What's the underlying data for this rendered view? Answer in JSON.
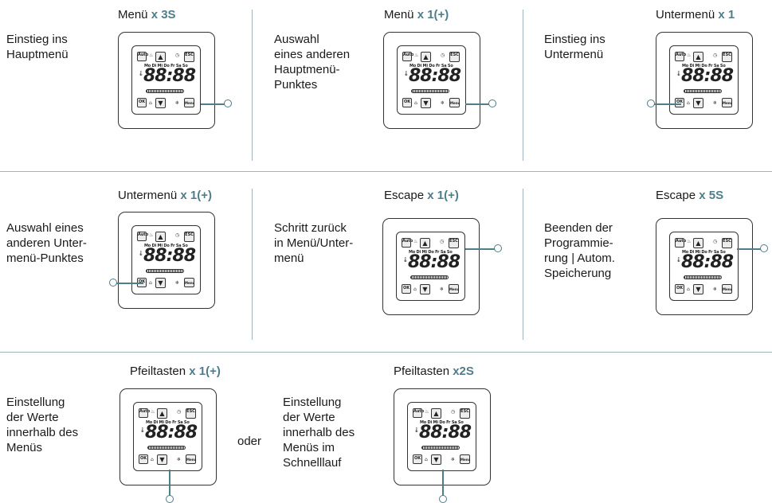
{
  "cells": [
    {
      "title_prefix": "Menü",
      "title_highlight": "x 3S",
      "description": [
        "Einstieg ins",
        "Hauptmenü"
      ]
    },
    {
      "title_prefix": "Menü",
      "title_highlight": "x 1(+)",
      "description": [
        "Auswahl",
        "eines anderen",
        "Hauptmenü-",
        "Punktes"
      ]
    },
    {
      "title_prefix": "Untermenü",
      "title_highlight": "x 1",
      "description": [
        "Einstieg ins",
        "Untermenü"
      ]
    },
    {
      "title_prefix": "Untermenü",
      "title_highlight": "x 1(+)",
      "description": [
        "Auswahl eines",
        "anderen Unter-",
        "menü-Punktes"
      ]
    },
    {
      "title_prefix": "Escape",
      "title_highlight": "x 1(+)",
      "description": [
        "Schritt zurück",
        "in Menü/Unter-",
        "menü"
      ]
    },
    {
      "title_prefix": "Escape",
      "title_highlight": "x 5S",
      "description": [
        "Beenden der",
        "Programmie-",
        "rung | Autom.",
        "Speicherung"
      ]
    },
    {
      "title_prefix": "Pfeiltasten",
      "title_highlight": "x 1(+)",
      "description": [
        "Einstellung",
        "der Werte",
        "innerhalb des",
        "Menüs"
      ]
    },
    {
      "title_prefix": "Pfeiltasten",
      "title_highlight": "x2S",
      "description": [
        "Einstellung",
        "der Werte",
        "innerhalb des",
        "Menüs im",
        "Schnelllauf"
      ]
    }
  ],
  "connector_text": "oder",
  "device_display": {
    "auto_key": "Auto",
    "esc_key": "ESC",
    "ok_key": "OK",
    "menu_key": "Menu",
    "up_arrow": "▲",
    "down_arrow": "▼",
    "days": "Mo Di Mi Do Fr Sa So",
    "digits": "88:88"
  },
  "colors": {
    "accent": "#4f7d8a",
    "divider": "#9fb3bd",
    "text": "#1a1a1a"
  }
}
